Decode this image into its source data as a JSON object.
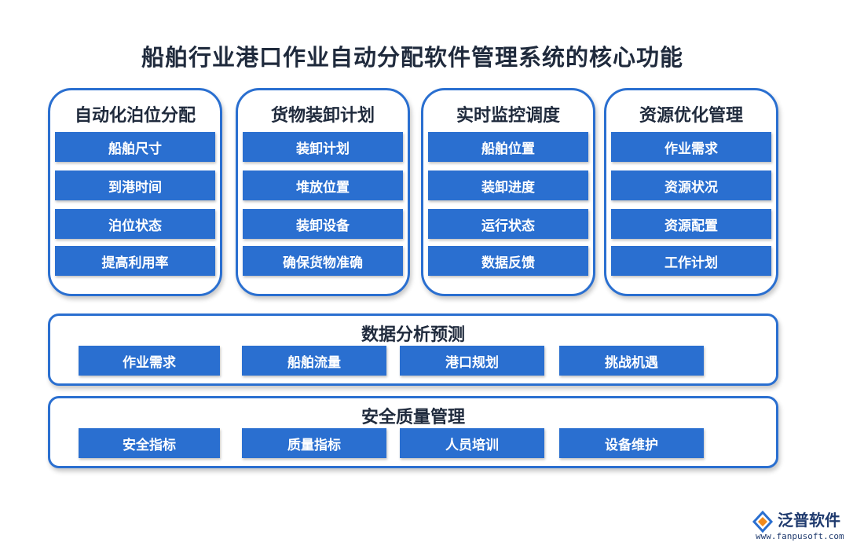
{
  "title": "船舶行业港口作业自动分配软件管理系统的核心功能",
  "modules": [
    {
      "title": "自动化泊位分配",
      "items": [
        "船舶尺寸",
        "到港时间",
        "泊位状态",
        "提高利用率"
      ]
    },
    {
      "title": "货物装卸计划",
      "items": [
        "装卸计划",
        "堆放位置",
        "装卸设备",
        "确保货物准确"
      ]
    },
    {
      "title": "实时监控调度",
      "items": [
        "船舶位置",
        "装卸进度",
        "运行状态",
        "数据反馈"
      ]
    },
    {
      "title": "资源优化管理",
      "items": [
        "作业需求",
        "资源状况",
        "资源配置",
        "工作计划"
      ]
    }
  ],
  "bands": [
    {
      "title": "数据分析预测",
      "items": [
        "作业需求",
        "船舶流量",
        "港口规划",
        "挑战机遇"
      ]
    },
    {
      "title": "安全质量管理",
      "items": [
        "安全指标",
        "质量指标",
        "人员培训",
        "设备维护"
      ]
    }
  ],
  "logo": {
    "name": "泛普软件",
    "url": "www.fanpusoft.com"
  },
  "colors": {
    "accent": "#2a6fd0",
    "title_text": "#1f2a3c",
    "cell_text": "#ffffff"
  }
}
